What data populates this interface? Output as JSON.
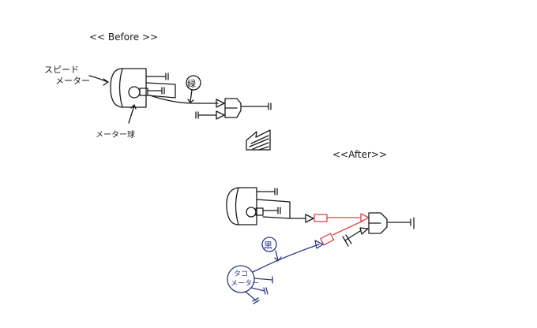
{
  "before": {
    "heading": "<< Before >>",
    "speedometer_label_line1": "スピード",
    "speedometer_label_line2": "メーター",
    "meter_bulb_label": "メーター球",
    "wire_color_mark": "緑"
  },
  "transition_arrow": "down-arrow",
  "after": {
    "heading": "<<After>>",
    "wire_color_mark": "黒",
    "tachometer_label_line1": "タコ",
    "tachometer_label_line2": "メーター"
  },
  "colors": {
    "ink": "#1a1a1a",
    "added_component": "#d9434b",
    "tacho_wire": "#2e3a86"
  }
}
